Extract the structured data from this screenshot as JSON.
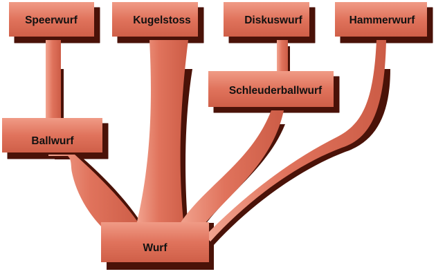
{
  "diagram": {
    "root": "Wurf",
    "branches": {
      "ballwurf": "Ballwurf",
      "speerwurf": "Speerwurf",
      "kugelstoss": "Kugelstoss",
      "diskuswurf": "Diskuswurf",
      "schleuderballwurf": "Schleuderballwurf",
      "hammerwurf": "Hammerwurf"
    },
    "edges": [
      [
        "Wurf",
        "Ballwurf"
      ],
      [
        "Ballwurf",
        "Speerwurf"
      ],
      [
        "Wurf",
        "Kugelstoss"
      ],
      [
        "Wurf",
        "Schleuderballwurf"
      ],
      [
        "Schleuderballwurf",
        "Diskuswurf"
      ],
      [
        "Wurf",
        "Hammerwurf"
      ]
    ],
    "colors": {
      "fill": "#e0735c",
      "shadow": "#4a1208",
      "text": "#111111"
    }
  }
}
